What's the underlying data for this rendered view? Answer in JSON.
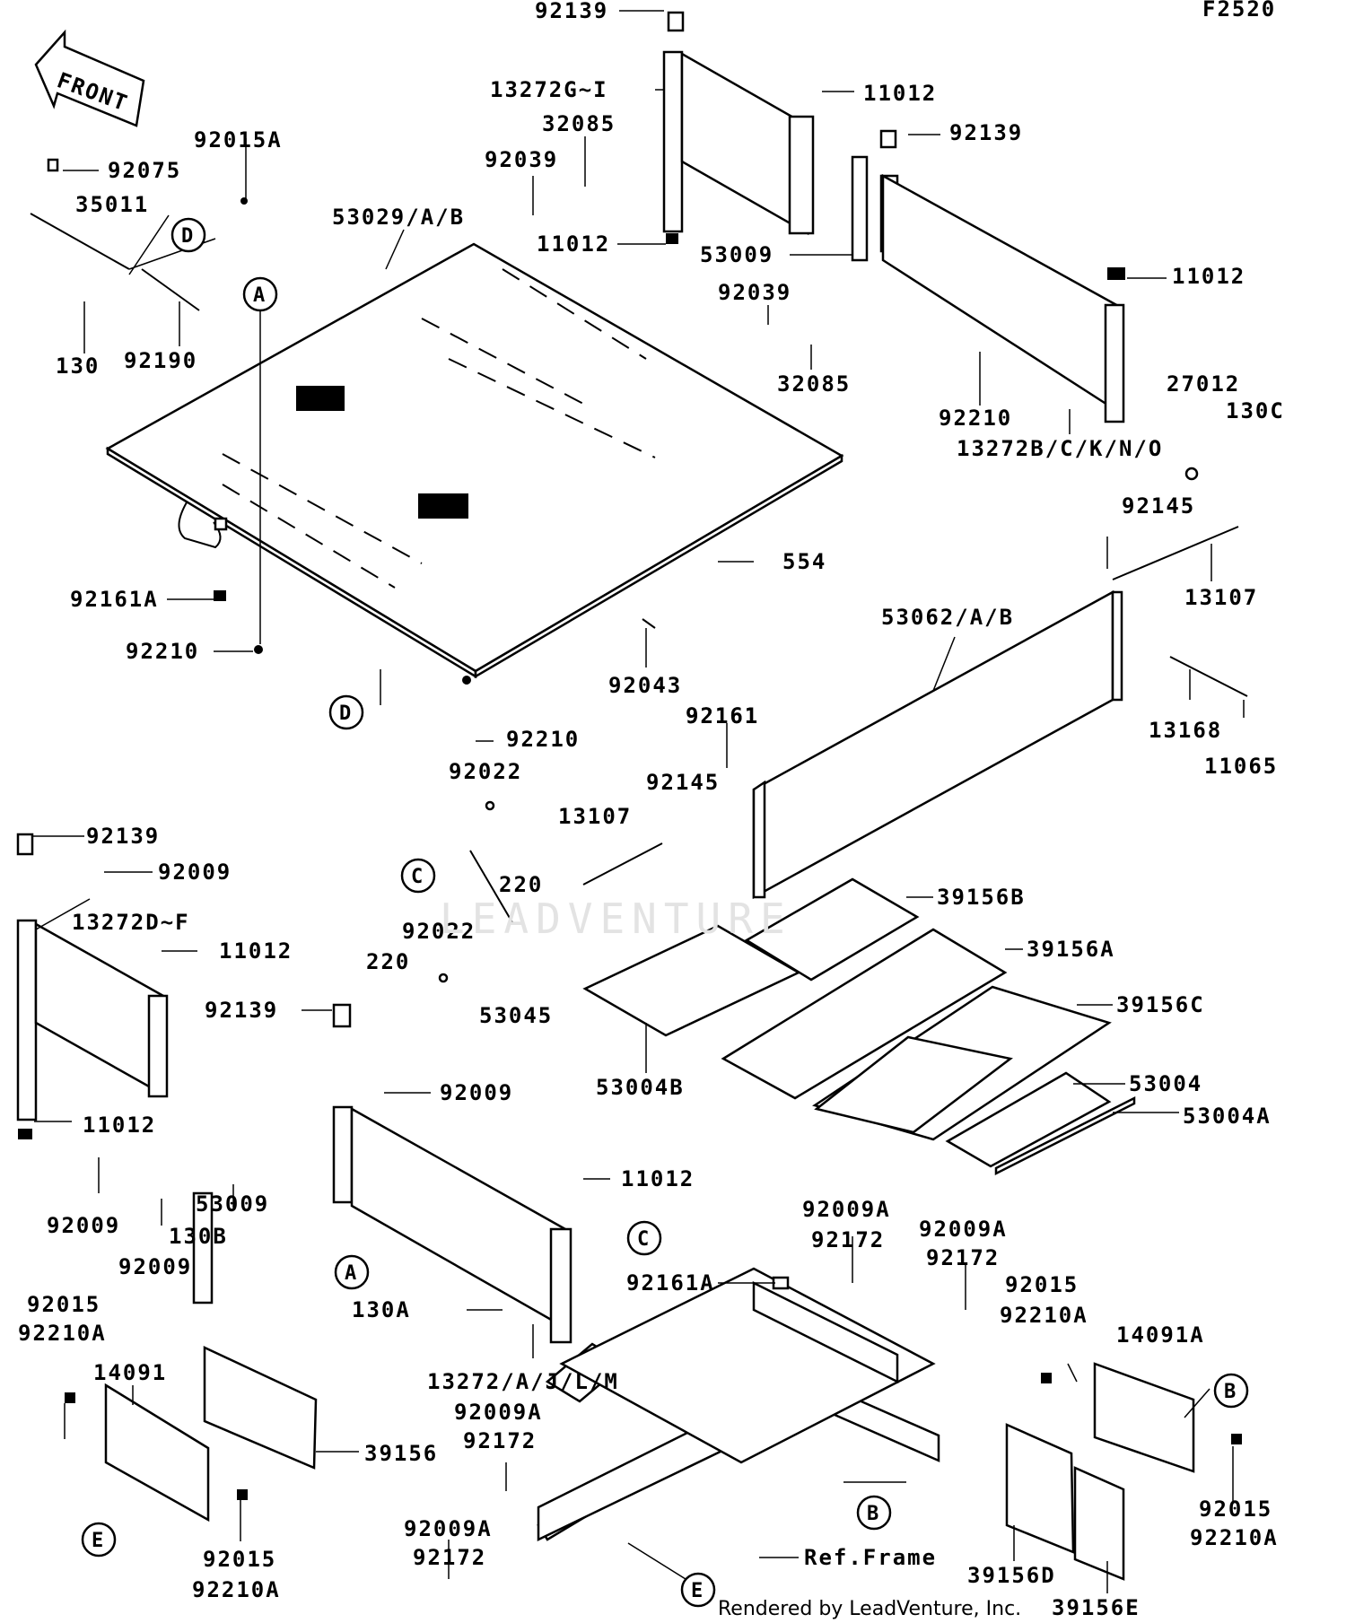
{
  "figure_code": "F2520",
  "front_arrow": "FRONT",
  "footer": "Rendered by LeadVenture, Inc.",
  "watermark": "LEADVENTURE",
  "callouts": [
    "A",
    "B",
    "C",
    "D",
    "E"
  ],
  "labels": [
    "92139",
    "13272G~I",
    "11012",
    "32085",
    "92039",
    "11012",
    "53009",
    "92139",
    "11012",
    "92039",
    "32085",
    "92210",
    "13272B/C/K/N/O",
    "27012",
    "130C",
    "92015A",
    "92075",
    "35011",
    "130",
    "92190",
    "53029/A/B",
    "92161A",
    "92210",
    "92210",
    "554",
    "92043",
    "92161",
    "92145",
    "13107",
    "53062/A/B",
    "13168",
    "11065",
    "92161",
    "92145",
    "13107",
    "92022",
    "220",
    "92022",
    "220",
    "53045",
    "39156B",
    "39156A",
    "39156C",
    "53004B",
    "53004",
    "53004A",
    "92139",
    "92009",
    "13272D~F",
    "11012",
    "11012",
    "92139",
    "92009",
    "53009",
    "92009",
    "92009",
    "130B",
    "11012",
    "130A",
    "13272/A/J/L/M",
    "92009A",
    "92172",
    "92009A",
    "92172",
    "92161A",
    "92015",
    "92210A",
    "14091A",
    "92015",
    "92210A",
    "92015",
    "92210A",
    "14091",
    "39156",
    "92015",
    "92210A",
    "92009A",
    "92172",
    "92009A",
    "92172",
    "Ref.Frame",
    "39156D",
    "39156E"
  ],
  "icons": [
    "front-arrow-icon"
  ]
}
